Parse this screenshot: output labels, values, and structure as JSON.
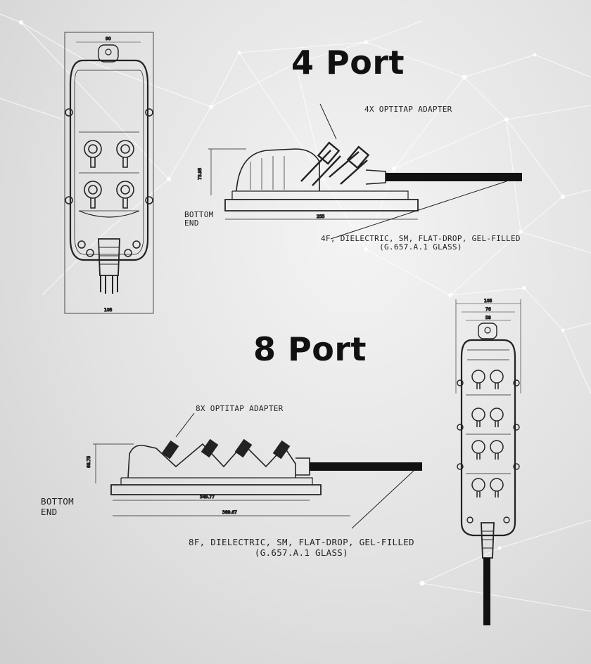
{
  "four_port": {
    "title": "4 Port",
    "adapter_note": "4X OPTITAP ADAPTER",
    "bottom_end": [
      "BOTTOM",
      "END"
    ],
    "cable_note": [
      "4F, DIELECTRIC, SM, FLAT-DROP, GEL-FILLED",
      "(G.657.A.1  GLASS)"
    ],
    "dims": {
      "top_width": "90",
      "bottom_width": "105",
      "height": "73.95",
      "length": "255"
    }
  },
  "eight_port": {
    "title": "8 Port",
    "adapter_note": "8X OPTITAP ADAPTER",
    "bottom_end": [
      "BOTTOM",
      "END"
    ],
    "cable_note": [
      "8F, DIELECTRIC, SM, FLAT-DROP, GEL-FILLED",
      "(G.657.A.1  GLASS)"
    ],
    "dims": {
      "top_outer": "105",
      "top_mid": "76",
      "top_inner": "58",
      "height": "68.75",
      "length_inner": "349.77",
      "length_outer": "389.67"
    }
  },
  "colors": {
    "ink": "#222222",
    "heading": "#111111",
    "network": "#ffffff"
  }
}
